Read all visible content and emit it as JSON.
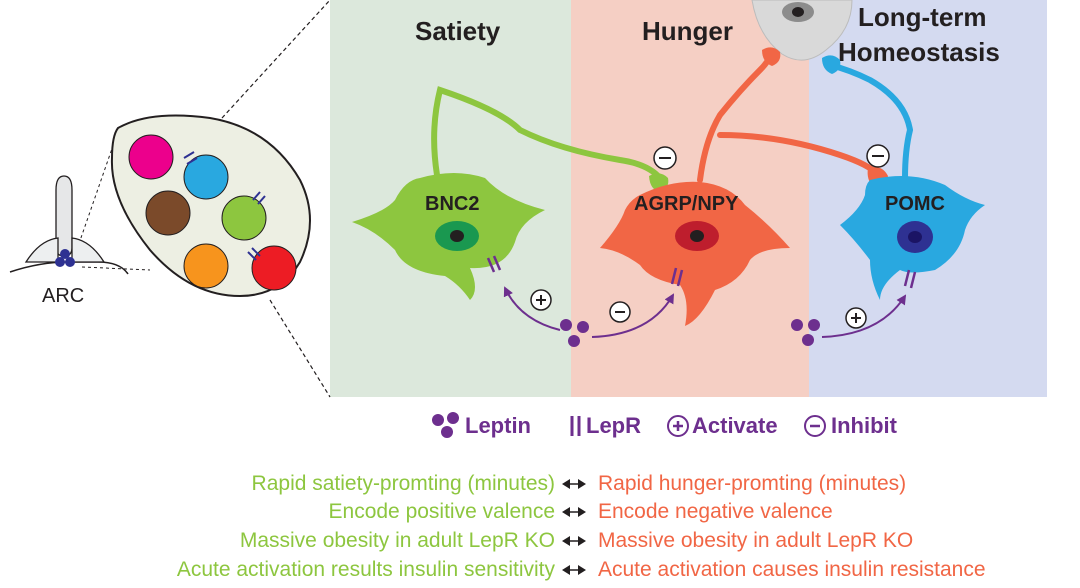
{
  "panels": {
    "satiety": "Satiety",
    "hunger": "Hunger",
    "homeostasis_line1": "Long-term",
    "homeostasis_line2": "Homeostasis"
  },
  "cells": {
    "bnc2": "BNC2",
    "agrp": "AGRP/NPY",
    "pomc": "POMC"
  },
  "arc_label": "ARC",
  "legend": {
    "leptin": "Leptin",
    "lepr": "LepR",
    "activate": "Activate",
    "inhibit": "Inhibit"
  },
  "comparisons": [
    {
      "left": "Rapid satiety-promting (minutes)",
      "right": "Rapid hunger-promting (minutes)"
    },
    {
      "left": "Encode positive valence",
      "right": "Encode negative valence"
    },
    {
      "left": "Massive obesity in adult LepR KO",
      "right": "Massive obesity in adult LepR KO"
    },
    {
      "left": "Acute activation results insulin sensitivity",
      "right": "Acute activation causes insulin resistance"
    }
  ],
  "colors": {
    "satiety_bg": "#dce8dc",
    "hunger_bg": "#f5cfc4",
    "homeostasis_bg": "#d4daf0",
    "bnc2": "#8dc63f",
    "agrp": "#f16645",
    "pomc": "#29a8e0",
    "leptin": "#6d2f8e"
  }
}
